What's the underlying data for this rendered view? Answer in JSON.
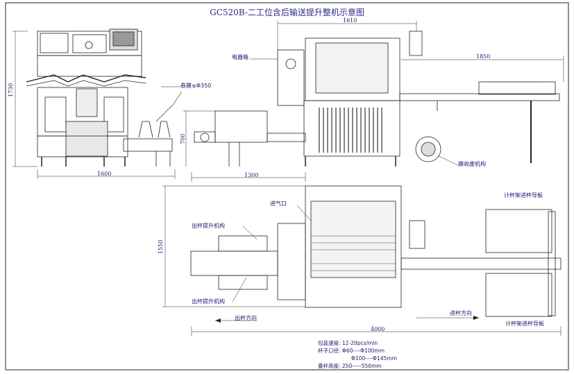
{
  "title": "GC520B-二工位含后输送提升整机示意图",
  "dimensions": {
    "left_height": "1730",
    "left_width": "1600",
    "front_top_width": "1610",
    "front_right_width": "1850",
    "front_small_height": "700",
    "front_bottom_width": "1300",
    "plan_height": "1550",
    "plan_total_width": "4000"
  },
  "labels": {
    "reel": "卷膜≤Φ350",
    "electrical_box": "电器箱",
    "film_recovery": "膜收废机构",
    "air_inlet": "进气口",
    "cup_lift_top": "出杯提升机构",
    "cup_lift_bottom": "出杯提升机构",
    "out_direction": "出杯方向",
    "in_direction": "进杯方向",
    "guide_top": "计杯架进杯导板",
    "guide_bottom": "计杯架进杯导板"
  },
  "specs": {
    "speed": "包装速度: 12-20pcs/min",
    "diameter_1": "杯子口径: Φ60----Φ100mm",
    "diameter_2": "Φ100----Φ145mm",
    "stack_height": "叠杯高度: 250-----550mm"
  }
}
